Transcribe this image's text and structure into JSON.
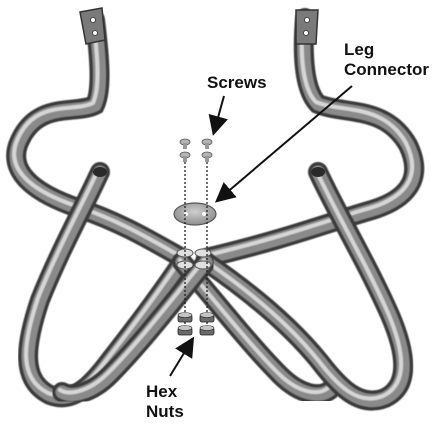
{
  "labels": {
    "screws": "Screws",
    "leg_connector_line1": "Leg",
    "leg_connector_line2": "Connector",
    "hex_nuts_line1": "Hex",
    "hex_nuts_line2": "Nuts"
  },
  "colors": {
    "tube_dark": "#3a3a3a",
    "tube_mid": "#8a8a8a",
    "tube_light": "#d6d6d6",
    "hardware": "#9a9a9a",
    "ink": "#111111"
  }
}
